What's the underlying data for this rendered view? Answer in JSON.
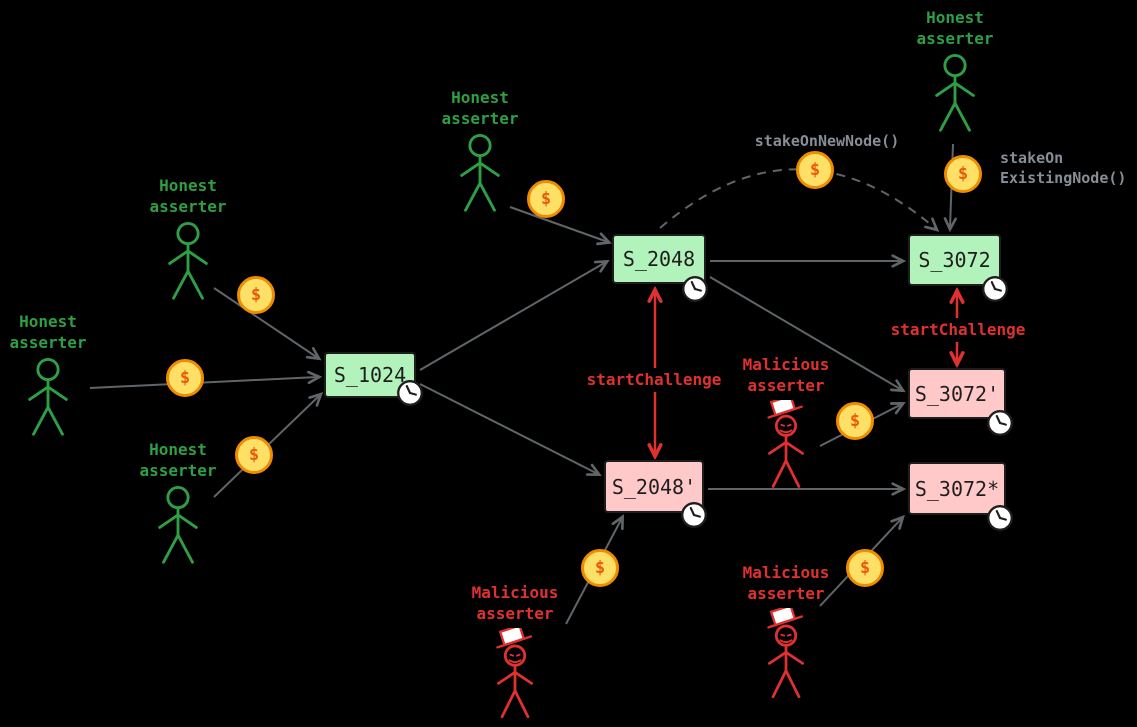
{
  "diagram": {
    "actors": [
      {
        "label": "Honest\nasserter",
        "type": "honest"
      },
      {
        "label": "Honest\nasserter",
        "type": "honest"
      },
      {
        "label": "Honest\nasserter",
        "type": "honest"
      },
      {
        "label": "Honest\nasserter",
        "type": "honest"
      },
      {
        "label": "Honest\nasserter",
        "type": "honest"
      },
      {
        "label": "Malicious\nasserter",
        "type": "malicious"
      },
      {
        "label": "Malicious\nasserter",
        "type": "malicious"
      },
      {
        "label": "Malicious\nasserter",
        "type": "malicious"
      }
    ],
    "nodes": [
      {
        "label": "S_1024",
        "status": "honest"
      },
      {
        "label": "S_2048",
        "status": "honest"
      },
      {
        "label": "S_2048'",
        "status": "malicious"
      },
      {
        "label": "S_3072",
        "status": "honest"
      },
      {
        "label": "S_3072'",
        "status": "malicious"
      },
      {
        "label": "S_3072*",
        "status": "malicious"
      }
    ],
    "labels": {
      "stake_on_new_node": "stakeOnNewNode()",
      "stake_on_existing_node": "stakeOn\nExistingNode()",
      "start_challenge_left": "startChallenge",
      "start_challenge_right": "startChallenge"
    },
    "coin_symbol": "$",
    "colors": {
      "background": "#000000",
      "honest_text": "#2f9e44",
      "malicious_text": "#e03131",
      "green_node_fill": "#b2f2bb",
      "red_node_fill": "#ffc9c9",
      "node_border": "#1e1e1e",
      "arrow": "#5f6569",
      "gray_label": "#868e96",
      "challenge_arrow": "#e03131",
      "coin_fill": "#ffe066",
      "coin_border": "#f08c00",
      "clock_fill": "#ffffff",
      "clock_border": "#1e1e1e"
    }
  }
}
